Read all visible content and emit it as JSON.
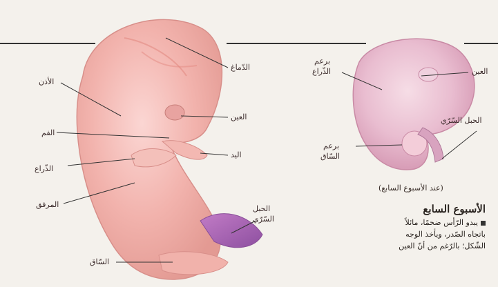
{
  "left_figure": {
    "labels": {
      "brain": "الدّماغ",
      "ear": "الأذن",
      "eye": "العين",
      "mouth": "الفم",
      "hand": "اليد",
      "arm": "الذّراع",
      "elbow": "المرفق",
      "umbilical_cord_line1": "الحبل",
      "umbilical_cord_line2": "السّرّي",
      "leg": "السّاق"
    }
  },
  "right_figure": {
    "labels": {
      "eye": "العين",
      "arm_bud_line1": "برعم",
      "arm_bud_line2": "الذّراع",
      "umbilical_cord": "الحبل السّرّي",
      "leg_bud_line1": "برعم",
      "leg_bud_line2": "السّاق"
    },
    "caption": "(عند الأسبوع السابع)"
  },
  "section": {
    "heading": "الأسبوع السابع",
    "lines": [
      "يبدو الرّأس ضخمًا، مائلاً",
      "باتجاه الصّدر، ويأخذ الوجه",
      "الشّكل؛ بالرّغم من أنّ العين"
    ]
  }
}
